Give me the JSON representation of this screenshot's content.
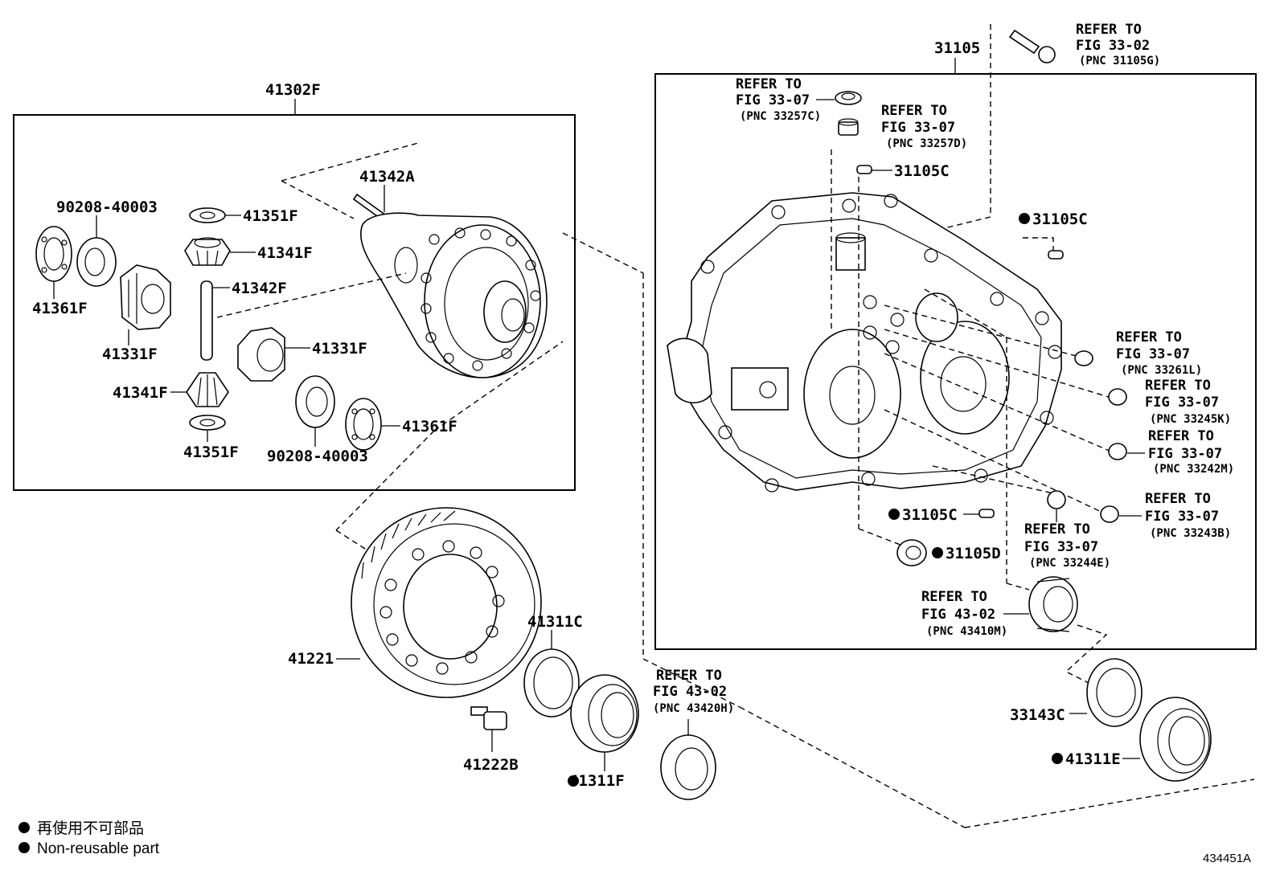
{
  "labels": {
    "p41302F": "41302F",
    "p41342A": "41342A",
    "p90208_40003_a": "90208-40003",
    "p41351F_a": "41351F",
    "p41341F_a": "41341F",
    "p41342F": "41342F",
    "p41361F_a": "41361F",
    "p41331F_a": "41331F",
    "p41331F_b": "41331F",
    "p41341F_b": "41341F",
    "p41361F_b": "41361F",
    "p41351F_b": "41351F",
    "p90208_40003_b": "90208-40003",
    "p41221": "41221",
    "p41311C": "41311C",
    "p41222B": "41222B",
    "p41311F": "41311F",
    "p31105": "31105",
    "p31105C_a": "31105C",
    "p31105C_b": "31105C",
    "p31105C_c": "31105C",
    "p31105D": "31105D",
    "p33143C": "33143C",
    "p41311E": "41311E"
  },
  "refs": {
    "r_33_02": {
      "l1": "REFER TO",
      "l2": "FIG 33-02",
      "pnc": "(PNC 31105G)"
    },
    "r_33257C": {
      "l1": "REFER TO",
      "l2": "FIG 33-07",
      "pnc": "(PNC 33257C)"
    },
    "r_33257D": {
      "l1": "REFER TO",
      "l2": "FIG 33-07",
      "pnc": "(PNC 33257D)"
    },
    "r_33261L": {
      "l1": "REFER TO",
      "l2": "FIG 33-07",
      "pnc": "(PNC 33261L)"
    },
    "r_33245K": {
      "l1": "REFER TO",
      "l2": "FIG 33-07",
      "pnc": "(PNC 33245K)"
    },
    "r_33242M": {
      "l1": "REFER TO",
      "l2": "FIG 33-07",
      "pnc": "(PNC 33242M)"
    },
    "r_33243B": {
      "l1": "REFER TO",
      "l2": "FIG 33-07",
      "pnc": "(PNC 33243B)"
    },
    "r_33244E": {
      "l1": "REFER TO",
      "l2": "FIG 33-07",
      "pnc": "(PNC 33244E)"
    },
    "r_43410M": {
      "l1": "REFER TO",
      "l2": "FIG 43-02",
      "pnc": "(PNC 43410M)"
    },
    "r_43420H": {
      "l1": "REFER TO",
      "l2": "FIG 43-02",
      "pnc": "(PNC 43420H)"
    }
  },
  "legend": {
    "jp": "再使用不可部品",
    "en": "Non-reusable part"
  },
  "figure_id": "434451A"
}
